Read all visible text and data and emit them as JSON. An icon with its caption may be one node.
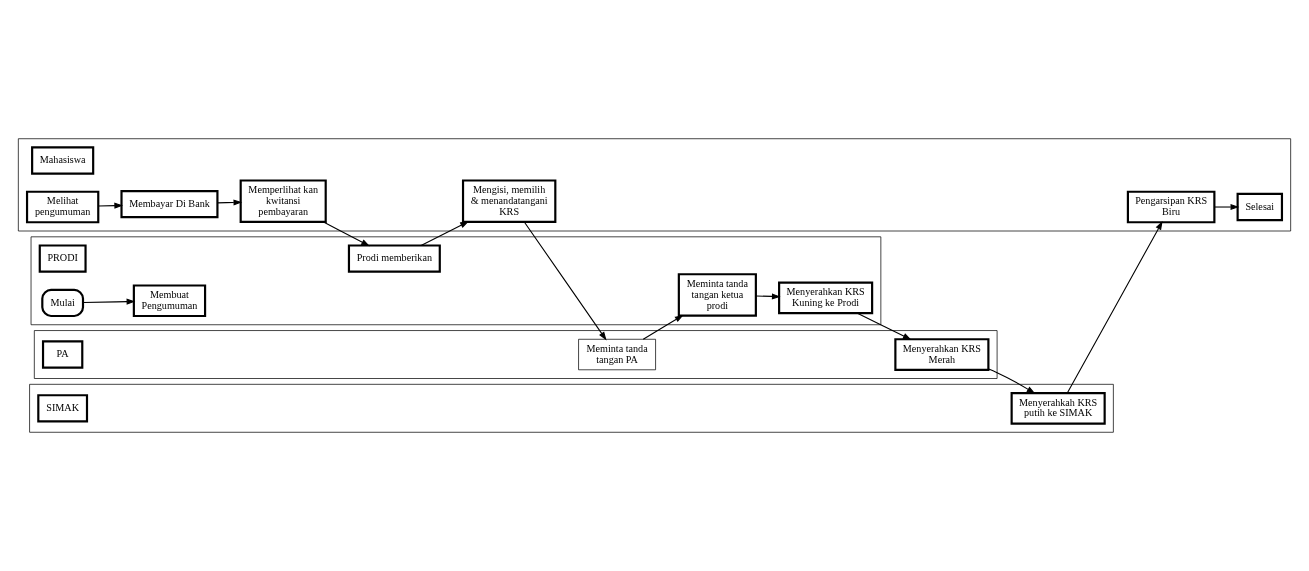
{
  "diagram": {
    "nodes": [
      {
        "text": [],
        "shape": "band"
      },
      {
        "text": [
          "Mahasiswa"
        ],
        "in": 0
      },
      {
        "text": [
          "Melihat pengumuman"
        ],
        "in": 0
      },
      {
        "text": [
          "Membayar Di Bank"
        ],
        "in": 0
      },
      {
        "text": [
          "Memperlihat kan kwitansi pembayaran"
        ],
        "in": 0
      },
      {
        "text": [
          "Mengisi, memilih & menandatangani KRS"
        ],
        "in": 0
      },
      {
        "text": [
          "Selesai"
        ],
        "in": 0
      },
      {
        "text": [
          "Pengarsipan KRS Biru"
        ],
        "in": 0
      },
      {
        "text": [],
        "shape": "band"
      },
      {
        "text": [
          "PRODI"
        ],
        "in": 8
      },
      {
        "text": [
          "Mulai"
        ],
        "in": 8
      },
      {
        "text": [
          "Membuat Pengumuman"
        ],
        "in": 8
      },
      {
        "text": [
          "Prodi memberikan"
        ],
        "in": 8
      },
      {
        "text": [
          "Meminta tanda tangan ketua prodi"
        ],
        "in": 8
      },
      {
        "text": [
          "Menyerahkan KRS Kuning ke Prodi"
        ],
        "in": 8
      },
      {
        "text": [],
        "shape": "band"
      },
      {
        "text": [
          "PA"
        ],
        "in": 15
      },
      {
        "text": [
          "Menyerahkan KRS Merah"
        ],
        "in": 15
      },
      {
        "text": [
          "Meminta tanda tangan PA"
        ],
        "in": 15
      },
      {
        "text": [],
        "shape": "band"
      },
      {
        "text": [
          "SIMAK"
        ],
        "in": 19
      },
      {
        "text": [
          "Menyerahkah KRS putih ke SIMAK"
        ],
        "in": 19
      }
    ],
    "edges": [
      {
        "from": 10,
        "to": 11,
        "arrow": "to"
      },
      {
        "from": 2,
        "to": 3,
        "arrow": "to"
      },
      {
        "from": 3,
        "to": 4,
        "arrow": "to"
      },
      {
        "from": 4,
        "to": 12,
        "arrow": "to"
      },
      {
        "from": 12,
        "to": 5,
        "arrow": "to"
      },
      {
        "from": 5,
        "to": 18,
        "arrow": "to"
      },
      {
        "from": 18,
        "to": 13,
        "arrow": "to"
      },
      {
        "from": 13,
        "to": 14,
        "arrow": "to"
      },
      {
        "from": 14,
        "to": 17,
        "arrow": "to"
      },
      {
        "from": 17,
        "to": 21,
        "arrow": "to"
      },
      {
        "from": 21,
        "to": 7,
        "arrow": "to"
      },
      {
        "from": 7,
        "to": 6,
        "arrow": "to"
      }
    ]
  }
}
